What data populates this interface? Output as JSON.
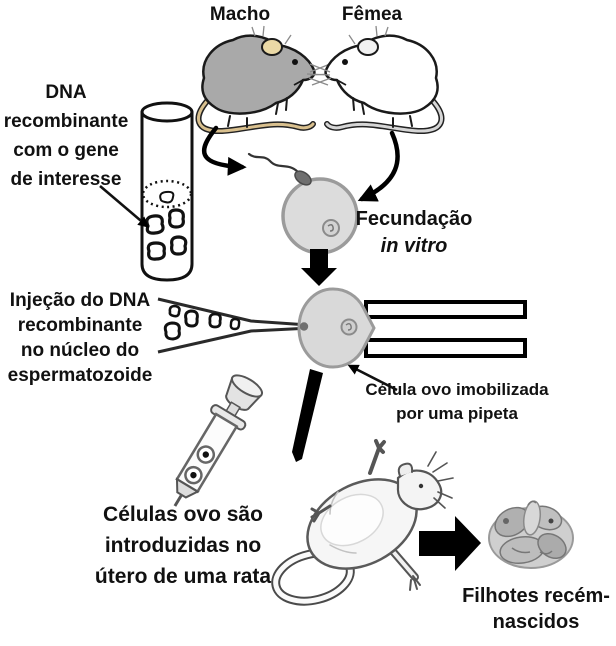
{
  "labels": {
    "male": "Macho",
    "female": "Fêmea",
    "dna": {
      "line1": "DNA",
      "line2": "recombinante",
      "line3": "com o gene",
      "line4": "de interesse"
    },
    "fertilization": {
      "line1": "Fecundação",
      "line2": "in vitro"
    },
    "injection": {
      "line1": "Injeção do DNA",
      "line2": "recombinante",
      "line3": "no núcleo do",
      "line4": "espermatozoide"
    },
    "immobilized": {
      "line1": "Célula ovo imobilizada",
      "line2": "por uma pipeta"
    },
    "implantation": {
      "line1": "Células ovo são",
      "line2": "introduzidas no",
      "line3": "útero de uma rata"
    },
    "offspring": {
      "line1": "Filhotes recém-",
      "line2": "nascidos"
    }
  },
  "illustrations": [
    "male-mouse",
    "female-mouse",
    "test-tube-with-dna-fragments",
    "egg-cell-with-sperm",
    "down-arrow",
    "dna-injection-micropipette",
    "egg-cell-held-by-holding-pipette",
    "diagonal-arrow",
    "syringe-with-egg-cells",
    "rat-lying-on-back",
    "right-arrow",
    "newborn-pups"
  ],
  "colors": {
    "background": "#ffffff",
    "text": "#111111",
    "outline": "#1a1a1a",
    "arrow": "#000000",
    "male_mouse_fill": "#a9a9a9",
    "female_mouse_fill": "#ffffff",
    "ear_inner": "#ead9a6",
    "egg_fill": "#dcdcdc",
    "egg_border": "#9b9b9b",
    "sperm_head": "#6f6f6f",
    "sketch_stroke": "#5a5a5a",
    "pup_fill": "#b5b5b5"
  }
}
